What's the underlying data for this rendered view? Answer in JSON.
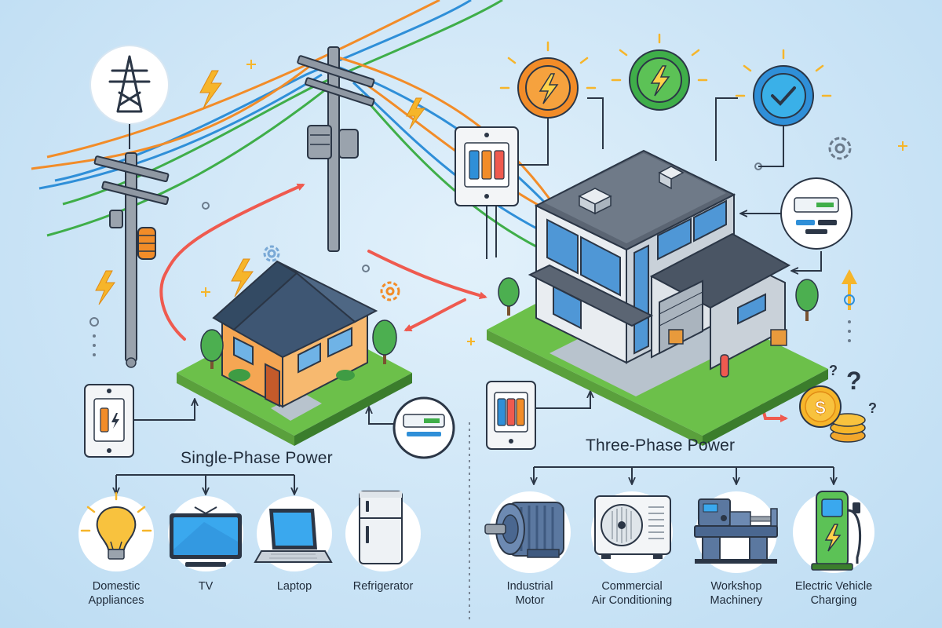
{
  "single_phase": {
    "title": "Single-Phase Power",
    "items": [
      {
        "label": "Domestic\nAppliances",
        "icon": "lightbulb-icon"
      },
      {
        "label": "TV",
        "icon": "tv-icon"
      },
      {
        "label": "Laptop",
        "icon": "laptop-icon"
      },
      {
        "label": "Refrigerator",
        "icon": "refrigerator-icon"
      }
    ]
  },
  "three_phase": {
    "title": "Three-Phase Power",
    "items": [
      {
        "label": "Industrial\nMotor",
        "icon": "motor-icon"
      },
      {
        "label": "Commercial\nAir Conditioning",
        "icon": "air-conditioner-icon"
      },
      {
        "label": "Workshop\nMachinery",
        "icon": "lathe-machine-icon"
      },
      {
        "label": "Electric Vehicle\nCharging",
        "icon": "ev-charger-icon"
      }
    ]
  },
  "colors": {
    "phase_orange": "#f28c28",
    "phase_blue": "#2f8fd8",
    "phase_green": "#3fae49",
    "flow_arrow": "#ef5a4f",
    "text": "#1f2b3a",
    "background": "#cfe6f7"
  },
  "icons": [
    "transmission-tower-icon",
    "lightning-icon",
    "gear-icon",
    "status-orange-lightning-icon",
    "status-green-lightning-icon",
    "status-blue-check-icon",
    "breaker-switch-icon",
    "electric-meter-icon",
    "coin-icon",
    "question-mark-icon"
  ]
}
